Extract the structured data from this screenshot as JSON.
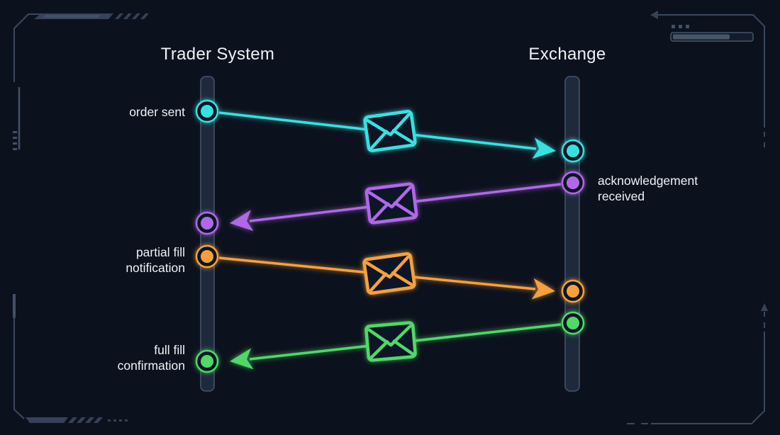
{
  "diagram": {
    "actors": [
      {
        "id": "trader-system",
        "name": "Trader System"
      },
      {
        "id": "exchange",
        "name": "Exchange"
      }
    ],
    "messages": [
      {
        "lines": [
          "order sent",
          ""
        ],
        "from": "Trader System",
        "to": "Exchange",
        "direction": "right",
        "color": "#38e1e1",
        "icon": "envelope-icon"
      },
      {
        "lines": [
          "acknowledgement",
          "received"
        ],
        "from": "Exchange",
        "to": "Trader System",
        "direction": "left",
        "color": "#b067e9",
        "icon": "envelope-icon"
      },
      {
        "lines": [
          "partial fill",
          "notification"
        ],
        "from": "Trader System",
        "to": "Exchange",
        "direction": "right",
        "color": "#f6a13e",
        "icon": "envelope-icon"
      },
      {
        "lines": [
          "full fill",
          "confirmation"
        ],
        "from": "Exchange",
        "to": "Trader System",
        "direction": "left",
        "color": "#50d967",
        "icon": "envelope-icon"
      }
    ]
  },
  "colors": {
    "background": "#0c121d",
    "lifeline_fill": "#1e2a3b",
    "lifeline_border": "#44546e",
    "frame": "#36425a",
    "frame_bright": "#425069",
    "progress_fill": "#475569",
    "text": "#eef2f6"
  }
}
